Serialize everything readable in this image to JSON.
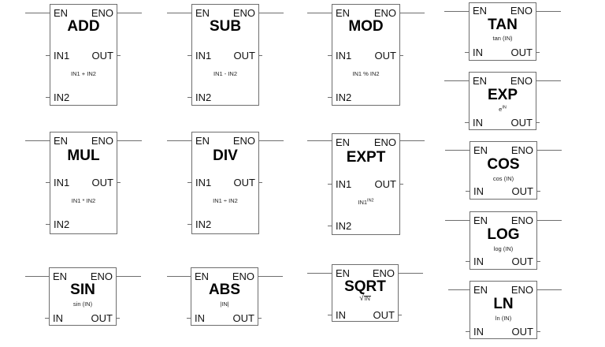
{
  "pins": {
    "en": "EN",
    "eno": "ENO",
    "in1": "IN1",
    "in2": "IN2",
    "in": "IN",
    "out": "OUT"
  },
  "blocks": {
    "add": {
      "name": "ADD",
      "formula": "IN1 + IN2"
    },
    "sub": {
      "name": "SUB",
      "formula": "IN1 - IN2"
    },
    "mod": {
      "name": "MOD",
      "formula": "IN1 % IN2"
    },
    "mul": {
      "name": "MUL",
      "formula": "IN1 * IN2"
    },
    "div": {
      "name": "DIV",
      "formula": "IN1 ÷ IN2"
    },
    "expt": {
      "name": "EXPT",
      "formula_base": "IN1",
      "formula_exp": "IN2"
    },
    "sin": {
      "name": "SIN",
      "formula": "sin (IN)"
    },
    "abs": {
      "name": "ABS",
      "formula": "|IN|"
    },
    "sqrt": {
      "name": "SQRT",
      "formula_sign": "√",
      "formula_arg": "IN"
    },
    "tan": {
      "name": "TAN",
      "formula": "tan (IN)"
    },
    "exp": {
      "name": "EXP",
      "formula_base": "e",
      "formula_exp": "IN"
    },
    "cos": {
      "name": "COS",
      "formula": "cos (IN)"
    },
    "log": {
      "name": "LOG",
      "formula": "log (IN)"
    },
    "ln": {
      "name": "LN",
      "formula": "ln (IN)"
    }
  }
}
